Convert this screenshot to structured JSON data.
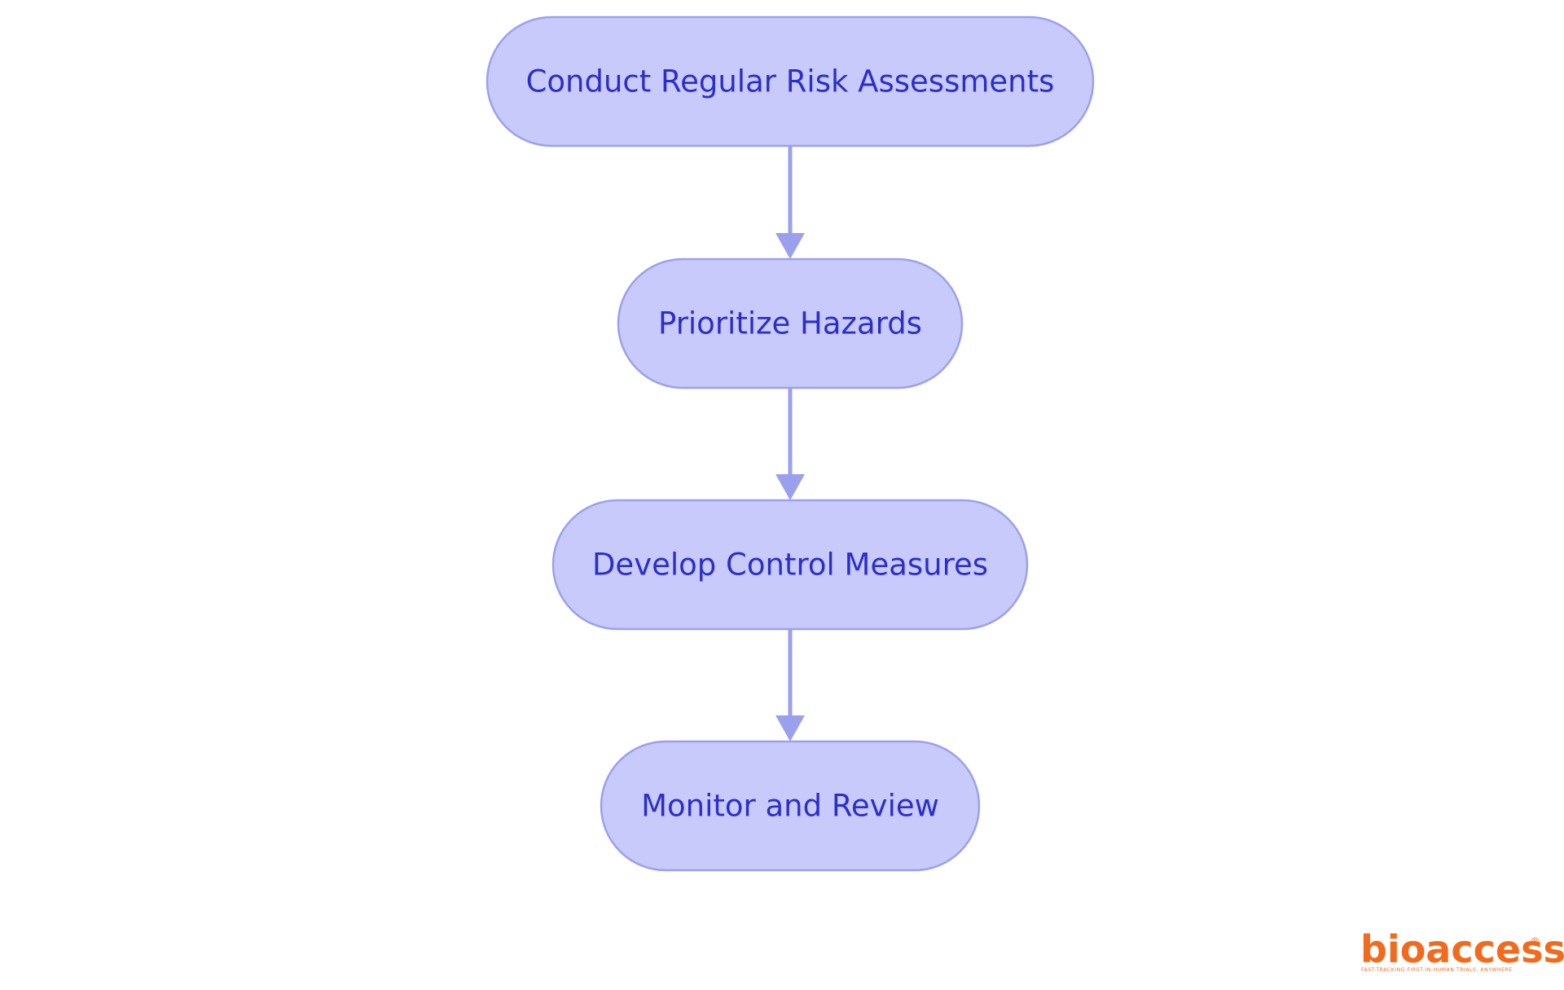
{
  "diagram": {
    "type": "flowchart",
    "direction": "top-to-bottom",
    "colors": {
      "node_fill": "#c8cafc",
      "node_border": "#9ba0ee",
      "node_text": "#2b2fc9",
      "edge": "#9ba0ee"
    },
    "nodes": [
      {
        "id": "step1",
        "label": "Conduct Regular Risk Assessments"
      },
      {
        "id": "step2",
        "label": "Prioritize Hazards"
      },
      {
        "id": "step3",
        "label": "Develop Control Measures"
      },
      {
        "id": "step4",
        "label": "Monitor and Review"
      }
    ],
    "edges": [
      {
        "from": "step1",
        "to": "step2"
      },
      {
        "from": "step2",
        "to": "step3"
      },
      {
        "from": "step3",
        "to": "step4"
      }
    ]
  },
  "logo": {
    "text": "bioaccess",
    "registered_mark": "®",
    "tagline": "FAST-TRACKING FIRST-IN-HUMAN TRIALS, ANYWHERE",
    "color": "#f26a1b"
  }
}
